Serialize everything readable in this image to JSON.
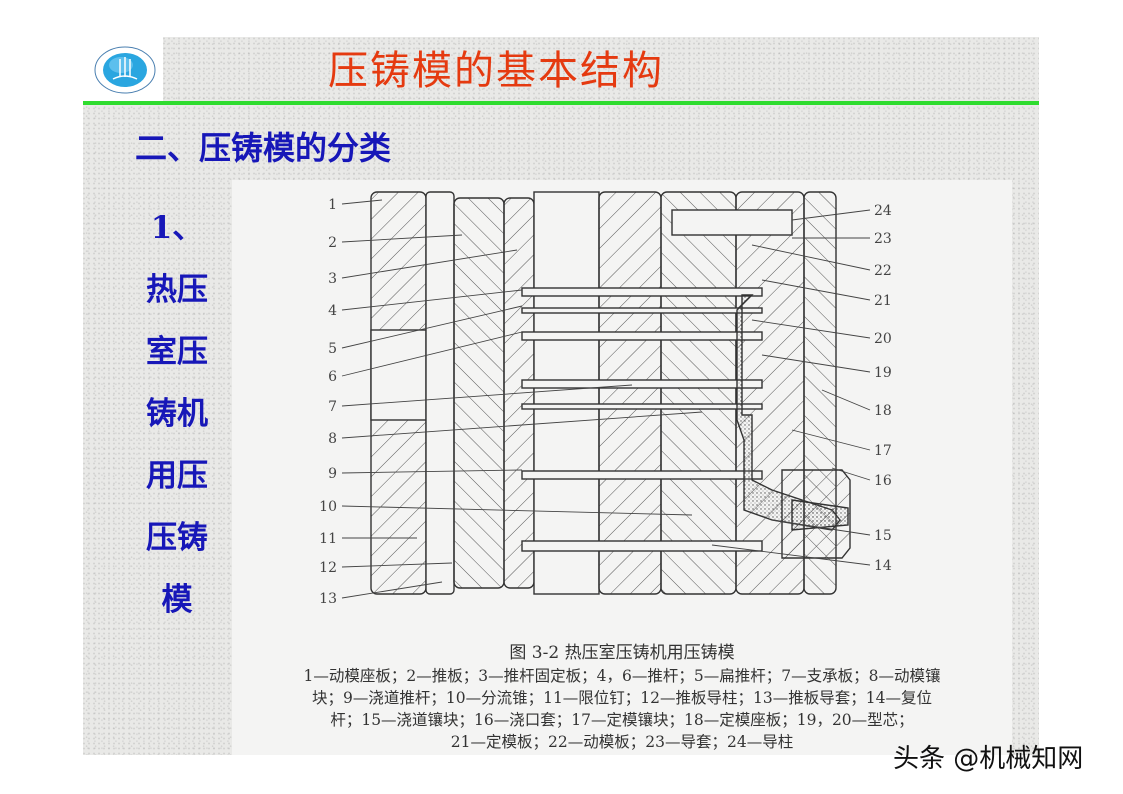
{
  "slide": {
    "title": "压铸模的基本结构",
    "subtitle": "二、压铸模的分类",
    "side_heading": [
      "1、",
      "热压",
      "室压",
      "铸机",
      "用压",
      "压铸",
      "模"
    ],
    "colors": {
      "title": "#e53a10",
      "rule": "#2fdc2f",
      "subtitle": "#1717b8",
      "logo": "#2aa6e0"
    }
  },
  "figure": {
    "caption_title": "图 3-2   热压室压铸机用压铸模",
    "left_labels": [
      "1",
      "2",
      "3",
      "4",
      "5",
      "6",
      "7",
      "8",
      "9",
      "10",
      "11",
      "12",
      "13"
    ],
    "right_labels": [
      "24",
      "23",
      "22",
      "21",
      "20",
      "19",
      "18",
      "17",
      "16",
      "15",
      "14"
    ],
    "legend_lines": [
      "1—动模座板；2—推板；3—推杆固定板；4，6—推杆；5—扁推杆；7—支承板；8—动模镶",
      "块；9—浇道推杆；10—分流锥；11—限位钉；12—推板导柱；13—推板导套；14—复位",
      "杆；15—浇道镶块；16—浇口套；17—定模镶块；18—定模座板；19，20—型芯；",
      "21—定模板；22—动模板；23—导套；24—导柱"
    ]
  },
  "watermark": "头条 @机械知网"
}
